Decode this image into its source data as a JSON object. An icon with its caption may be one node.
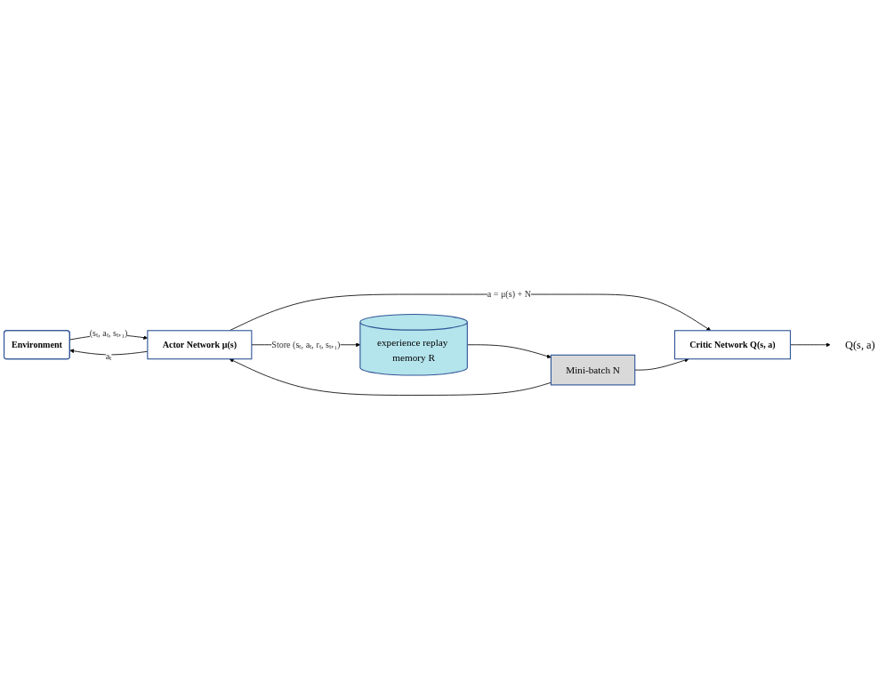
{
  "diagram": {
    "nodes": [
      {
        "text": [
          "Environment"
        ]
      },
      {
        "text": [
          "Actor Network μ(s)"
        ]
      },
      {
        "text": [
          "Critic Network Q(s, a)"
        ]
      },
      {
        "text": [
          "Q(s, a)"
        ]
      },
      {
        "text": [
          "experience replay memory R"
        ]
      },
      {
        "text": [
          "Mini-batch N"
        ]
      }
    ],
    "edges": [
      {
        "from": 1,
        "to": 0,
        "arrow": "to",
        "label": "aₜ"
      },
      {
        "from": 0,
        "to": 1,
        "arrow": "to",
        "label": "(sₜ, aₜ, sₜ₊₁)"
      },
      {
        "from": 1,
        "to": 2,
        "arrow": "to",
        "label": "a = μ(s) + N"
      },
      {
        "from": 2,
        "to": 3,
        "arrow": "to"
      },
      {
        "from": 1,
        "to": 4,
        "arrow": "to",
        "label": "Store (sₜ, aₜ, rₜ, sₜ₊₁)"
      },
      {
        "from": 4,
        "to": 5,
        "arrow": "to"
      },
      {
        "from": 5,
        "to": 2,
        "arrow": "to"
      },
      {
        "from": 5,
        "to": 1,
        "arrow": "to"
      }
    ]
  }
}
